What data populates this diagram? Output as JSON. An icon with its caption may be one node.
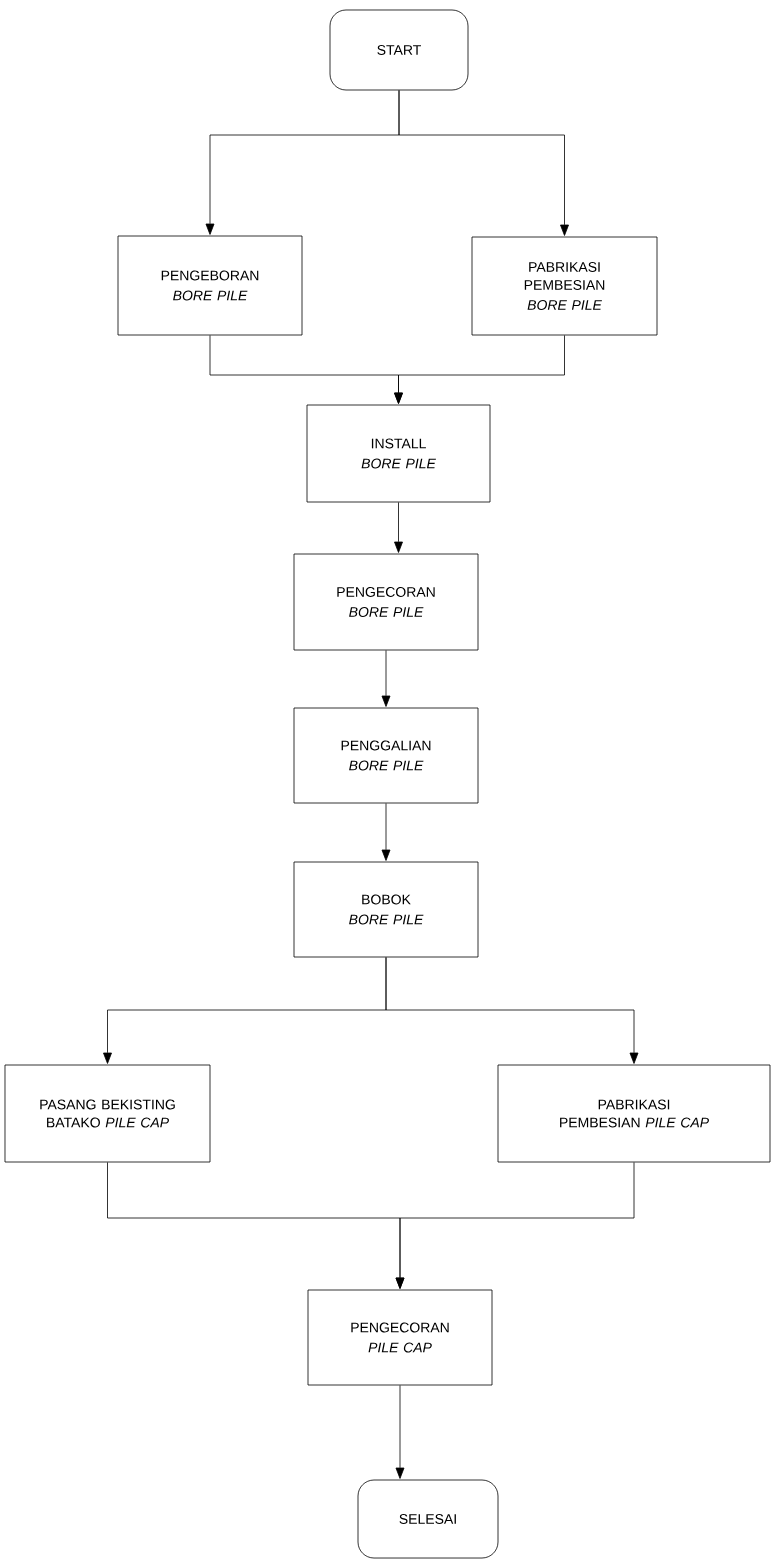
{
  "diagram": {
    "nodes": [
      {
        "text": [
          "START"
        ]
      },
      {
        "text": [
          "PENGEBORAN",
          "BORE PILE"
        ]
      },
      {
        "text": [
          "PABRIKASI PEMBESIAN",
          "BORE PILE"
        ]
      },
      {
        "text": [
          "INSTALL",
          "BORE PILE"
        ]
      },
      {
        "text": [
          "PENGECORAN",
          "BORE PILE"
        ]
      },
      {
        "text": [
          "PENGGALIAN",
          "BORE PILE"
        ]
      },
      {
        "text": [
          "BOBOK",
          "BORE PILE"
        ]
      },
      {
        "text": [
          "PASANG BEKISTING BATAKO *PILE CAP*"
        ]
      },
      {
        "text": [
          "PABRIKASI PEMBESIAN *PILE CAP*"
        ]
      },
      {
        "text": [
          "PENGECORAN",
          "PILE CAP"
        ]
      },
      {
        "text": [
          "SELESAI"
        ]
      }
    ],
    "edges": [
      {
        "from": 0,
        "to": 1,
        "arrow": "to"
      },
      {
        "from": 0,
        "to": 2,
        "arrow": "to"
      },
      {
        "from": 1,
        "to": 3,
        "arrow": "to"
      },
      {
        "from": 2,
        "to": 3,
        "arrow": "to"
      },
      {
        "from": 3,
        "to": 4,
        "arrow": "to"
      },
      {
        "from": 4,
        "to": 5,
        "arrow": "to"
      },
      {
        "from": 5,
        "to": 6,
        "arrow": "to"
      },
      {
        "from": 6,
        "to": 7,
        "arrow": "to"
      },
      {
        "from": 6,
        "to": 8,
        "arrow": "to"
      },
      {
        "from": 7,
        "to": 9,
        "arrow": "to"
      },
      {
        "from": 8,
        "to": 9,
        "arrow": "to"
      },
      {
        "from": 9,
        "to": 10,
        "arrow": "to"
      }
    ]
  }
}
